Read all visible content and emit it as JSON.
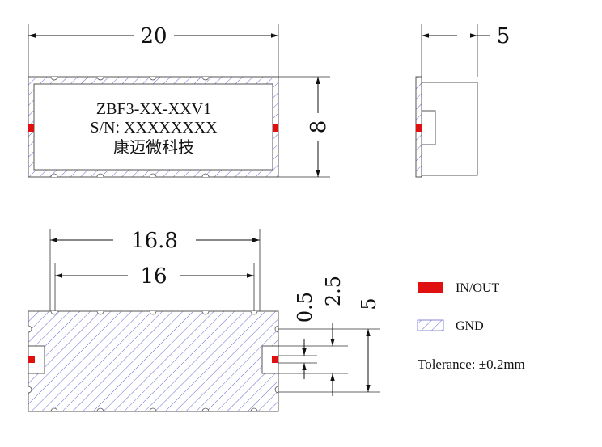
{
  "top_view": {
    "width_dim": "20",
    "height_dim": "8",
    "marking_line1": "ZBF3-XX-XXV1",
    "marking_line2": "S/N: XXXXXXXX",
    "marking_line3": "康迈微科技"
  },
  "side_view": {
    "thickness_dim": "5"
  },
  "bottom_view": {
    "outer_dim": "16.8",
    "inner_dim": "16",
    "gap_dim": "0.5",
    "pad_dim": "2.5",
    "height_dim": "5"
  },
  "legend": {
    "inout_label": "IN/OUT",
    "gnd_label": "GND",
    "tolerance": "Tolerance: ±0.2mm"
  },
  "colors": {
    "inout": "#e01010",
    "hatch": "#6a6ad0",
    "outline": "#555555"
  }
}
